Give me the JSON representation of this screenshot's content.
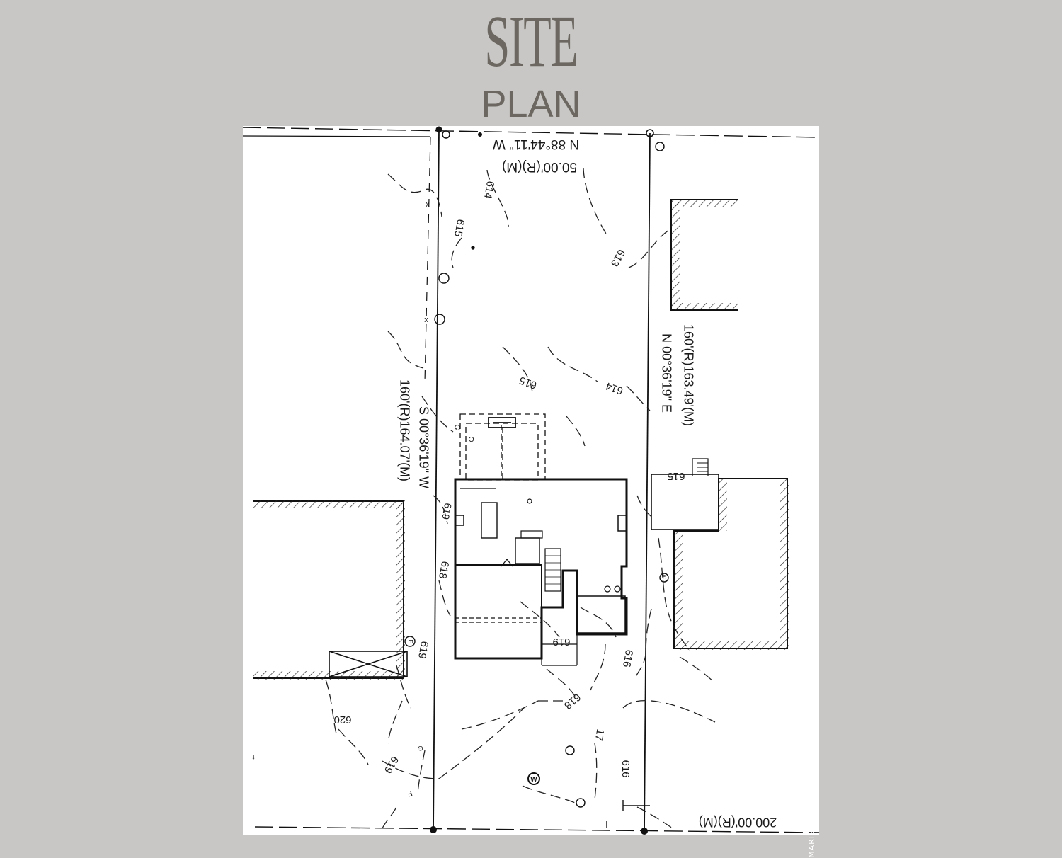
{
  "title": {
    "line1": "SITE",
    "line2": "PLAN"
  },
  "survey": {
    "top_bearing": "N 88°44'11\" W",
    "top_distance": "50.00'(R)(M)",
    "left_length": "160'(R)164.07'(M)",
    "left_bearing": "S 00°36'19\" W",
    "right_length": "160'(R)163.49'(M)",
    "right_bearing": "N 00°36'19\" E",
    "bottom_distance": "200.00'(R)(M)"
  },
  "contours": {
    "c614_top": "614",
    "c615_top": "615",
    "c613": "613",
    "c615_mid": "615",
    "c614_mid": "614",
    "c615_right": "615",
    "c619_left": "619",
    "c618_left": "618",
    "c619_house": "619",
    "c619_a": "619",
    "c620": "620",
    "c619_b": "619",
    "c618_bottom": "618",
    "c617": "17",
    "c616_right": "616",
    "c616_bottom": "616"
  },
  "marks": {
    "x1": "x",
    "x2": "x",
    "g1": "G",
    "c1": "C",
    "ac": "AC",
    "g2": "G",
    "f1": "F",
    "e1": "E",
    "w": "W",
    "t": "t"
  },
  "watermark": "MARIS"
}
